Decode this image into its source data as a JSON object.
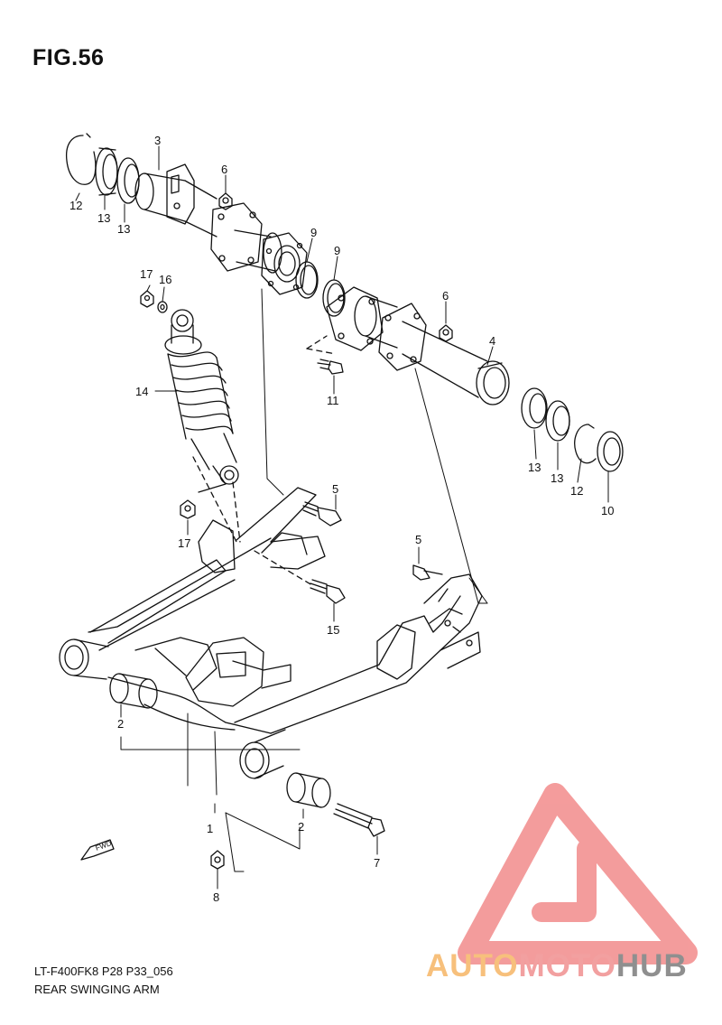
{
  "figure": {
    "title": "FIG.56",
    "code": "LT-F400FK8 P28 P33_056",
    "name": "REAR SWINGING ARM"
  },
  "callouts": [
    {
      "id": "c12a",
      "label": "12"
    },
    {
      "id": "c13a",
      "label": "13"
    },
    {
      "id": "c13b",
      "label": "13"
    },
    {
      "id": "c3",
      "label": "3"
    },
    {
      "id": "c6a",
      "label": "6"
    },
    {
      "id": "c9a",
      "label": "9"
    },
    {
      "id": "c9b",
      "label": "9"
    },
    {
      "id": "c6b",
      "label": "6"
    },
    {
      "id": "c4",
      "label": "4"
    },
    {
      "id": "c17a",
      "label": "17"
    },
    {
      "id": "c16",
      "label": "16"
    },
    {
      "id": "c14",
      "label": "14"
    },
    {
      "id": "c11",
      "label": "11"
    },
    {
      "id": "c13c",
      "label": "13"
    },
    {
      "id": "c13d",
      "label": "13"
    },
    {
      "id": "c12b",
      "label": "12"
    },
    {
      "id": "c10",
      "label": "10"
    },
    {
      "id": "c5a",
      "label": "5"
    },
    {
      "id": "c17b",
      "label": "17"
    },
    {
      "id": "c5b",
      "label": "5"
    },
    {
      "id": "c15",
      "label": "15"
    },
    {
      "id": "c2a",
      "label": "2"
    },
    {
      "id": "c1",
      "label": "1"
    },
    {
      "id": "c2b",
      "label": "2"
    },
    {
      "id": "c7",
      "label": "7"
    },
    {
      "id": "c8",
      "label": "8"
    }
  ],
  "direction_marker": "FWD",
  "watermark": {
    "part1": "AUTO",
    "part2": "MOTO",
    "part3": "HUB"
  },
  "colors": {
    "line": "#111111",
    "watermark_red": "#f28b8b",
    "watermark_orange": "#f7c07c",
    "watermark_gray": "#8f8f8f"
  }
}
